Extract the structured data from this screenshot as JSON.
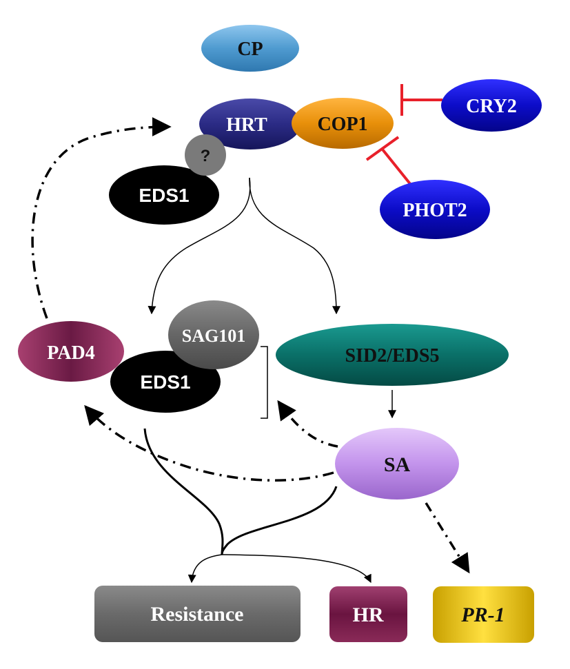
{
  "nodes": {
    "cp": {
      "label": "CP",
      "color": "#5aa6d8"
    },
    "hrt": {
      "label": "HRT",
      "color": "#2e2e8a"
    },
    "cop1": {
      "label": "COP1",
      "color": "#e8950c"
    },
    "cry2": {
      "label": "CRY2",
      "color": "#1414c8"
    },
    "phot2": {
      "label": "PHOT2",
      "color": "#1414c8"
    },
    "unknown": {
      "label": "?",
      "color": "#777777"
    },
    "eds1_top": {
      "label": "EDS1",
      "color": "#000000"
    },
    "pad4": {
      "label": "PAD4",
      "color": "#8a2a5a"
    },
    "sag101": {
      "label": "SAG101",
      "color": "#6a6a6a"
    },
    "eds1_mid": {
      "label": "EDS1",
      "color": "#000000"
    },
    "sid2_eds5": {
      "label": "SID2/EDS5",
      "color": "#0e7a72"
    },
    "sa": {
      "label": "SA",
      "color": "#c89ae8"
    },
    "resistance": {
      "label": "Resistance",
      "color": "#6e6e6e"
    },
    "hr": {
      "label": "HR",
      "color": "#7a2050"
    },
    "pr1": {
      "label": "PR-1",
      "color": "#e0c010"
    }
  },
  "colors": {
    "inhibition": "#e8202a",
    "arrow": "#000000"
  }
}
